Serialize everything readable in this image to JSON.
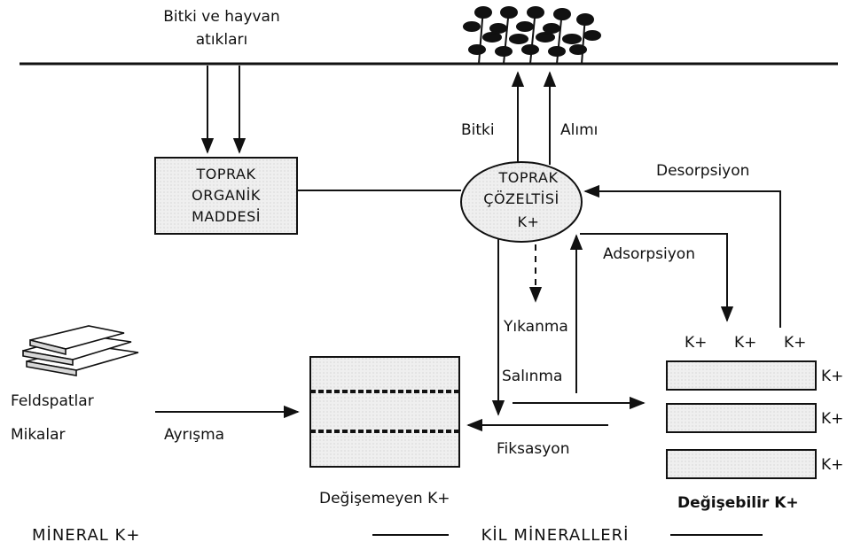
{
  "labels": {
    "plant_animal_line1": "Bitki ve hayvan",
    "plant_animal_line2": "atıkları",
    "uptake_left": "Bitki",
    "uptake_right": "Alımı",
    "organic_line1": "TOPRAK",
    "organic_line2": "ORGANİK",
    "organic_line3": "MADDESİ",
    "solution_line1": "TOPRAK",
    "solution_line2": "ÇÖZELTİSİ",
    "solution_line3": "K+",
    "desorption": "Desorpsiyon",
    "adsorption": "Adsorpsiyon",
    "leaching": "Yıkanma",
    "release": "Salınma",
    "fixation": "Fiksasyon",
    "feldspar": "Feldspatlar",
    "mica": "Mikalar",
    "weathering": "Ayrışma",
    "non_exchangeable": "Değişemeyen K+",
    "exchangeable": "Değişebilir K+",
    "k_ion": "K+",
    "mineral_k": "MİNERAL K+",
    "clay_minerals": "KİL MİNERALLERİ"
  },
  "colors": {
    "ink": "#111111",
    "box_fill": "#ececec",
    "background": "#ffffff"
  }
}
